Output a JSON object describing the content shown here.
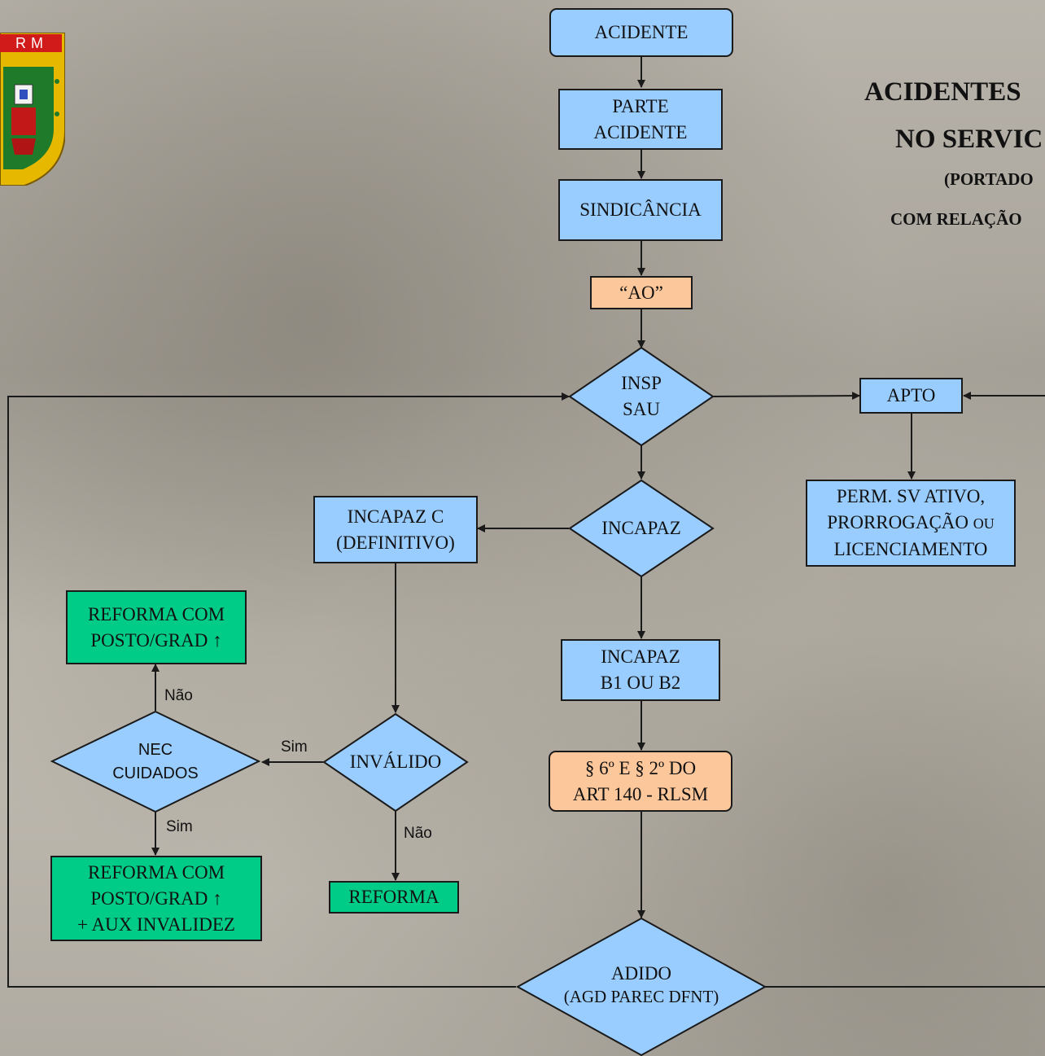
{
  "header": {
    "title_line1": "ACIDENTES",
    "title_line2": "NO SERVIC",
    "subtitle_line1": "(PORTADO",
    "subtitle_line2": "COM RELAÇÃO"
  },
  "logo": {
    "text": "RM"
  },
  "nodes": {
    "acidente": "ACIDENTE",
    "parte_line1": "PARTE",
    "parte_line2": "ACIDENTE",
    "sindicancia": "SINDICÂNCIA",
    "ao": "“AO”",
    "insp_line1": "INSP",
    "insp_line2": "SAU",
    "apto": "APTO",
    "perm_line1": "PERM. SV ATIVO,",
    "perm_line2a": "PRORROGAÇÃO",
    "perm_line2b": "OU",
    "perm_line3": "LICENCIAMENTO",
    "incapaz": "INCAPAZ",
    "incapaz_c_line1": "INCAPAZ C",
    "incapaz_c_line2": "(DEFINITIVO)",
    "incapaz_b_line1": "INCAPAZ",
    "incapaz_b_line2": "B1 OU B2",
    "art_line1": "§ 6º E § 2º DO",
    "art_line2": "ART 140 - RLSM",
    "invalido": "INVÁLIDO",
    "nec_line1": "NEC",
    "nec_line2": "CUIDADOS",
    "reforma_up_line1": "REFORMA COM",
    "reforma_up_line2": "POSTO/GRAD ↑",
    "reforma_aux_line1": "REFORMA COM",
    "reforma_aux_line2": "POSTO/GRAD ↑",
    "reforma_aux_line3": "+ AUX INVALIDEZ",
    "reforma": "REFORMA",
    "adido_line1": "ADIDO",
    "adido_line2": "(AGD PAREC DFNT)"
  },
  "edge_labels": {
    "sim_invalido": "Sim",
    "nao_invalido": "Não",
    "nao_nec": "Não",
    "sim_nec": "Sim"
  },
  "colors": {
    "blue": "#99ccff",
    "orange": "#fdc79c",
    "green": "#00cc88",
    "line": "#1a1a1a"
  }
}
